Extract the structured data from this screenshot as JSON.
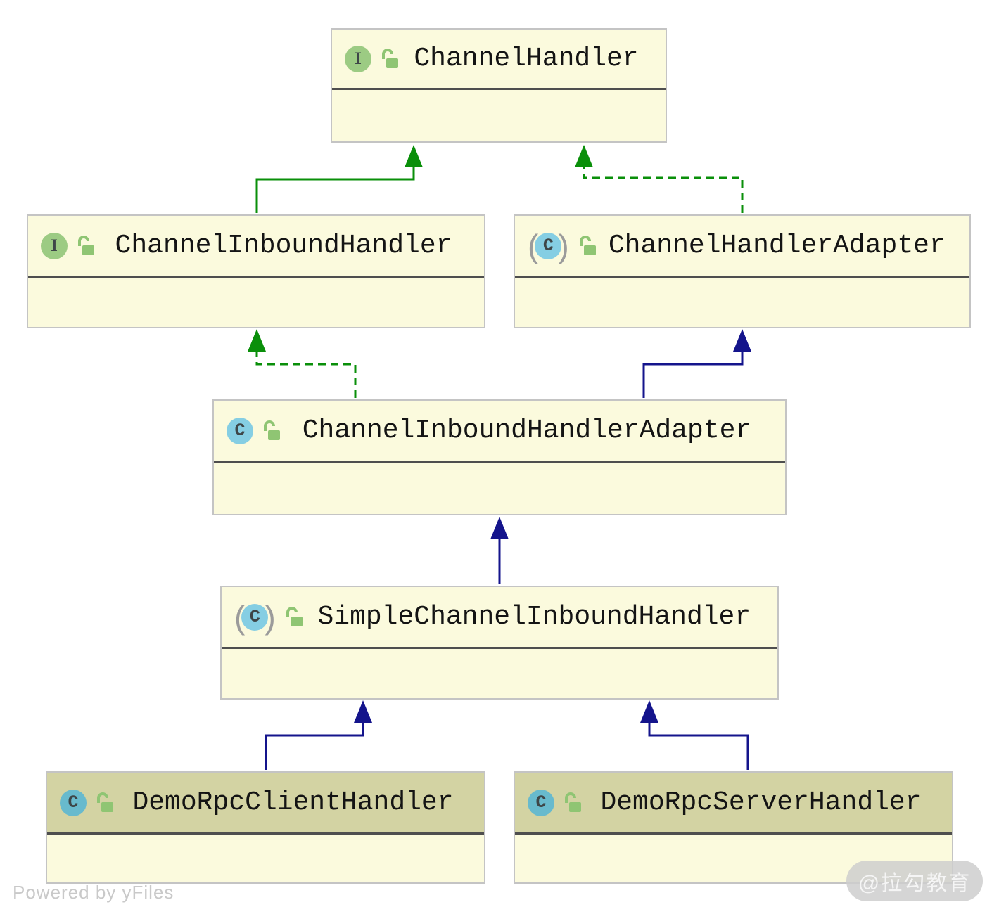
{
  "diagram": {
    "type": "uml-class-hierarchy",
    "nodes": [
      {
        "id": "ChannelHandler",
        "label": "ChannelHandler",
        "kind": "interface",
        "icons": [
          "interface-icon",
          "public-unlock-icon"
        ]
      },
      {
        "id": "ChannelInboundHandler",
        "label": "ChannelInboundHandler",
        "kind": "interface",
        "icons": [
          "interface-icon",
          "public-unlock-icon"
        ]
      },
      {
        "id": "ChannelHandlerAdapter",
        "label": "ChannelHandlerAdapter",
        "kind": "abstract-class",
        "icons": [
          "abstract-class-icon",
          "public-unlock-icon"
        ]
      },
      {
        "id": "ChannelInboundHandlerAdapter",
        "label": "ChannelInboundHandlerAdapter",
        "kind": "class",
        "icons": [
          "class-icon",
          "public-unlock-icon"
        ]
      },
      {
        "id": "SimpleChannelInboundHandler",
        "label": "SimpleChannelInboundHandler",
        "kind": "abstract-class",
        "icons": [
          "abstract-class-icon",
          "public-unlock-icon"
        ]
      },
      {
        "id": "DemoRpcClientHandler",
        "label": "DemoRpcClientHandler",
        "kind": "class",
        "highlighted": true,
        "icons": [
          "class-icon",
          "public-unlock-icon"
        ]
      },
      {
        "id": "DemoRpcServerHandler",
        "label": "DemoRpcServerHandler",
        "kind": "class",
        "highlighted": true,
        "icons": [
          "class-icon",
          "public-unlock-icon"
        ]
      }
    ],
    "edges": [
      {
        "from": "ChannelInboundHandler",
        "to": "ChannelHandler",
        "relation": "extends",
        "line": "solid",
        "color": "#0A8F0A"
      },
      {
        "from": "ChannelHandlerAdapter",
        "to": "ChannelHandler",
        "relation": "implements",
        "line": "dashed",
        "color": "#0A8F0A"
      },
      {
        "from": "ChannelInboundHandlerAdapter",
        "to": "ChannelInboundHandler",
        "relation": "implements",
        "line": "dashed",
        "color": "#0A8F0A"
      },
      {
        "from": "ChannelInboundHandlerAdapter",
        "to": "ChannelHandlerAdapter",
        "relation": "extends",
        "line": "solid",
        "color": "#14148C"
      },
      {
        "from": "SimpleChannelInboundHandler",
        "to": "ChannelInboundHandlerAdapter",
        "relation": "extends",
        "line": "solid",
        "color": "#14148C"
      },
      {
        "from": "DemoRpcClientHandler",
        "to": "SimpleChannelInboundHandler",
        "relation": "extends",
        "line": "solid",
        "color": "#14148C"
      },
      {
        "from": "DemoRpcServerHandler",
        "to": "SimpleChannelInboundHandler",
        "relation": "extends",
        "line": "solid",
        "color": "#14148C"
      }
    ],
    "colors": {
      "node_fill": "#FBFADD",
      "node_border": "#C4C4C4",
      "divider": "#4E4E4E",
      "highlighted_header": "#D3D3A3",
      "interface_icon": "#9CCB83",
      "class_icon": "#85CEE3",
      "class_icon_highlighted": "#68BACD",
      "lock_icon": "#8FC573",
      "green_edge": "#0A8F0A",
      "navy_edge": "#14148C"
    },
    "watermarks": {
      "bottom_left": "Powered by yFiles",
      "bottom_right": "@拉勾教育"
    }
  }
}
